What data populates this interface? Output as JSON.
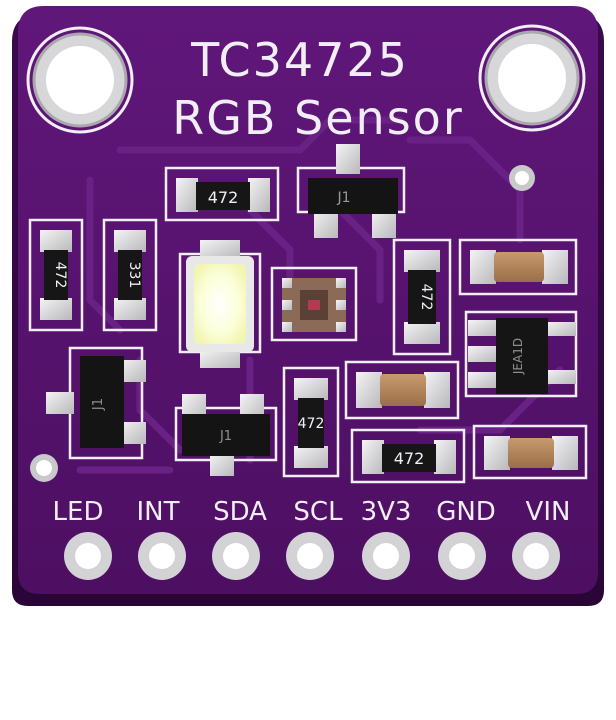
{
  "board": {
    "title": "TC34725",
    "subtitle": "RGB Sensor",
    "pcb_color": "#5a1470",
    "silkscreen_color": "#f1eef6"
  },
  "components": {
    "resistor_top_label": "472",
    "resistor_left1_label": "472",
    "resistor_left2_label": "331",
    "resistor_mid_label": "472",
    "resistor_right_label": "472",
    "resistor_bottom_label": "472",
    "transistor_top_label": "J1",
    "transistor_left_label": "J1",
    "transistor_mid_label": "J1",
    "regulator_label": "JEA1D"
  },
  "pins": [
    {
      "label": "LED"
    },
    {
      "label": "INT"
    },
    {
      "label": "SDA"
    },
    {
      "label": "SCL"
    },
    {
      "label": "3V3"
    },
    {
      "label": "GND"
    },
    {
      "label": "VIN"
    }
  ]
}
